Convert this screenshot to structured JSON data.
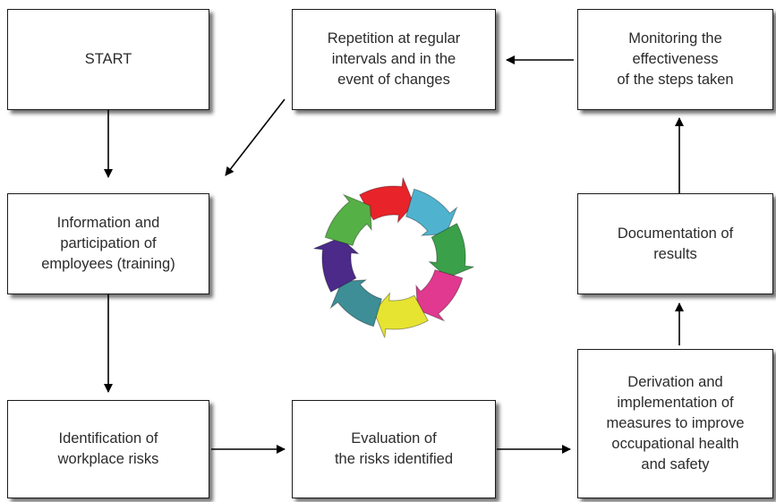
{
  "steps": {
    "start": "START",
    "repetition": "Repetition at regular\nintervals and in the\nevent of changes",
    "monitoring": "Monitoring the\neffectiveness\nof the steps taken",
    "information": "Information and\nparticipation of\nemployees (training)",
    "documentation": "Documentation of\nresults",
    "identification": "Identification of\nworkplace risks",
    "evaluation": "Evaluation of\nthe risks identified",
    "derivation": "Derivation and\nimplementation of\nmeasures to improve\noccupational health\nand safety"
  },
  "cycle_colors": [
    "#e8232a",
    "#4fb3cf",
    "#3aa04a",
    "#e0398f",
    "#e6e431",
    "#3d8e96",
    "#4b2a8a",
    "#55b046"
  ]
}
